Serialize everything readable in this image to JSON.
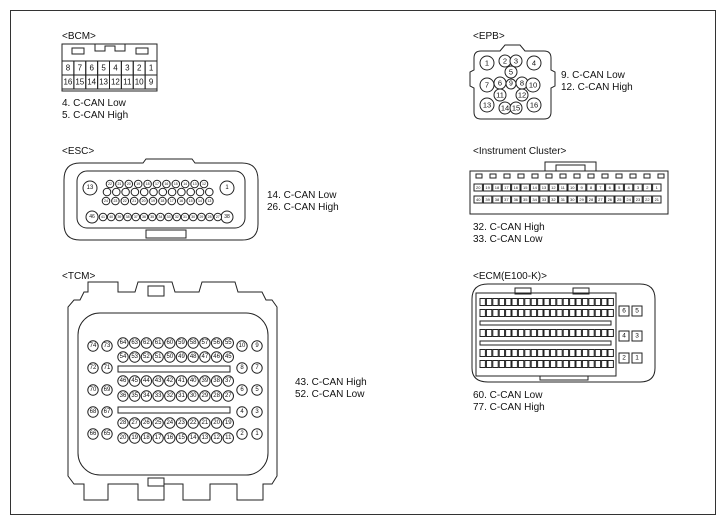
{
  "connectors": {
    "bcm": {
      "title": "<BCM>",
      "pins_top": [
        "8",
        "7",
        "6",
        "5",
        "4",
        "3",
        "2",
        "1"
      ],
      "pins_bottom": [
        "16",
        "15",
        "14",
        "13",
        "12",
        "11",
        "10",
        "9"
      ],
      "notes": [
        "4. C-CAN Low",
        "5. C-CAN High"
      ]
    },
    "epb": {
      "title": "<EPB>",
      "notes": [
        "9. C-CAN Low",
        "12. C-CAN High"
      ]
    },
    "esc": {
      "title": "<ESC>",
      "corner_pins": [
        "13",
        "1",
        "46",
        "38"
      ],
      "notes": [
        "14. C-CAN Low",
        "26. C-CAN High"
      ]
    },
    "instrument_cluster": {
      "title": "<Instrument Cluster>",
      "notes": [
        "32. C-CAN High",
        "33. C-CAN Low"
      ]
    },
    "tcm": {
      "title": "<TCM>",
      "notes": [
        "43. C-CAN High",
        "52. C-CAN Low"
      ]
    },
    "ecm": {
      "title": "<ECM(E100-K)>",
      "side_pins": [
        "6",
        "5",
        "4",
        "3",
        "2",
        "1"
      ],
      "notes": [
        "60. C-CAN Low",
        "77. C-CAN High"
      ]
    }
  }
}
